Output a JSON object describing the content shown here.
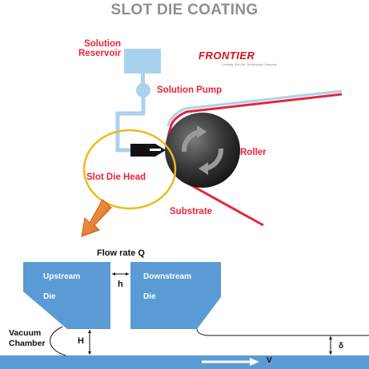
{
  "title": "SLOT DIE COATING",
  "labels": {
    "reservoir_line1": "Solution",
    "reservoir_line2": "Reservoir",
    "pump": "Solution Pump",
    "roller": "Roller",
    "die_head": "Slot Die Head",
    "substrate": "Substrate",
    "brand": "FRONTIER",
    "brand_tagline": "Leading Slot Die Technology Company"
  },
  "cross_section": {
    "flow_rate": "Flow rate Q",
    "upstream_line1": "Upstream",
    "upstream_line2": "Die",
    "downstream_line1": "Downstream",
    "downstream_line2": "Die",
    "gap_h": "h",
    "gap_H": "H",
    "vacuum_line1": "Vacuum",
    "vacuum_line2": "Chamber",
    "film_delta": "δ",
    "velocity": "V"
  },
  "colors": {
    "accent_red": "#e8243a",
    "pipe_blue": "#a9d2ee",
    "die_blue": "#5b9bd5",
    "highlight_yellow": "#f2b81c",
    "arrow_orange": "#e87a21"
  }
}
